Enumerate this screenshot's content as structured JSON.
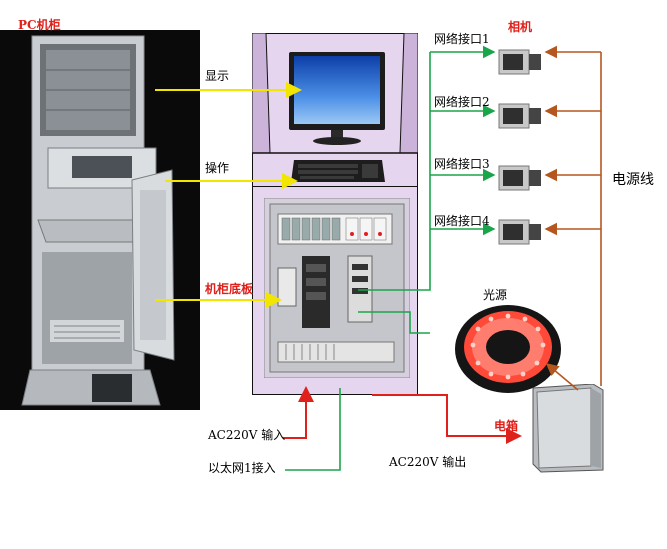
{
  "labels": {
    "pc_cabinet": "PC机柜",
    "display": "显示",
    "operation": "操作",
    "cabinet_base_plate": "机柜底板",
    "network_port_1": "网络接口1",
    "network_port_2": "网络接口2",
    "network_port_3": "网络接口3",
    "network_port_4": "网络接口4",
    "camera": "相机",
    "power_line": "电源线",
    "light_source": "光源",
    "electric_box": "电箱",
    "ac220v_input": "AC220V 输入",
    "ethernet1_input": "以太网1接入",
    "ac220v_output": "AC220V 输出"
  },
  "colors": {
    "yellow_line": "#f2e600",
    "green_line": "#19a64a",
    "red_line": "#e0201b",
    "brown_line": "#b5561e",
    "cabinet_fill": "#e6d5ef",
    "cabinet_border": "#111111"
  },
  "icons": {
    "camera": "camera-icon",
    "monitor": "monitor-icon",
    "keyboard": "keyboard-icon",
    "ring_light": "ring-light-icon",
    "electric_box": "electric-box-icon",
    "pc_cabinet": "pc-cabinet-photo"
  }
}
